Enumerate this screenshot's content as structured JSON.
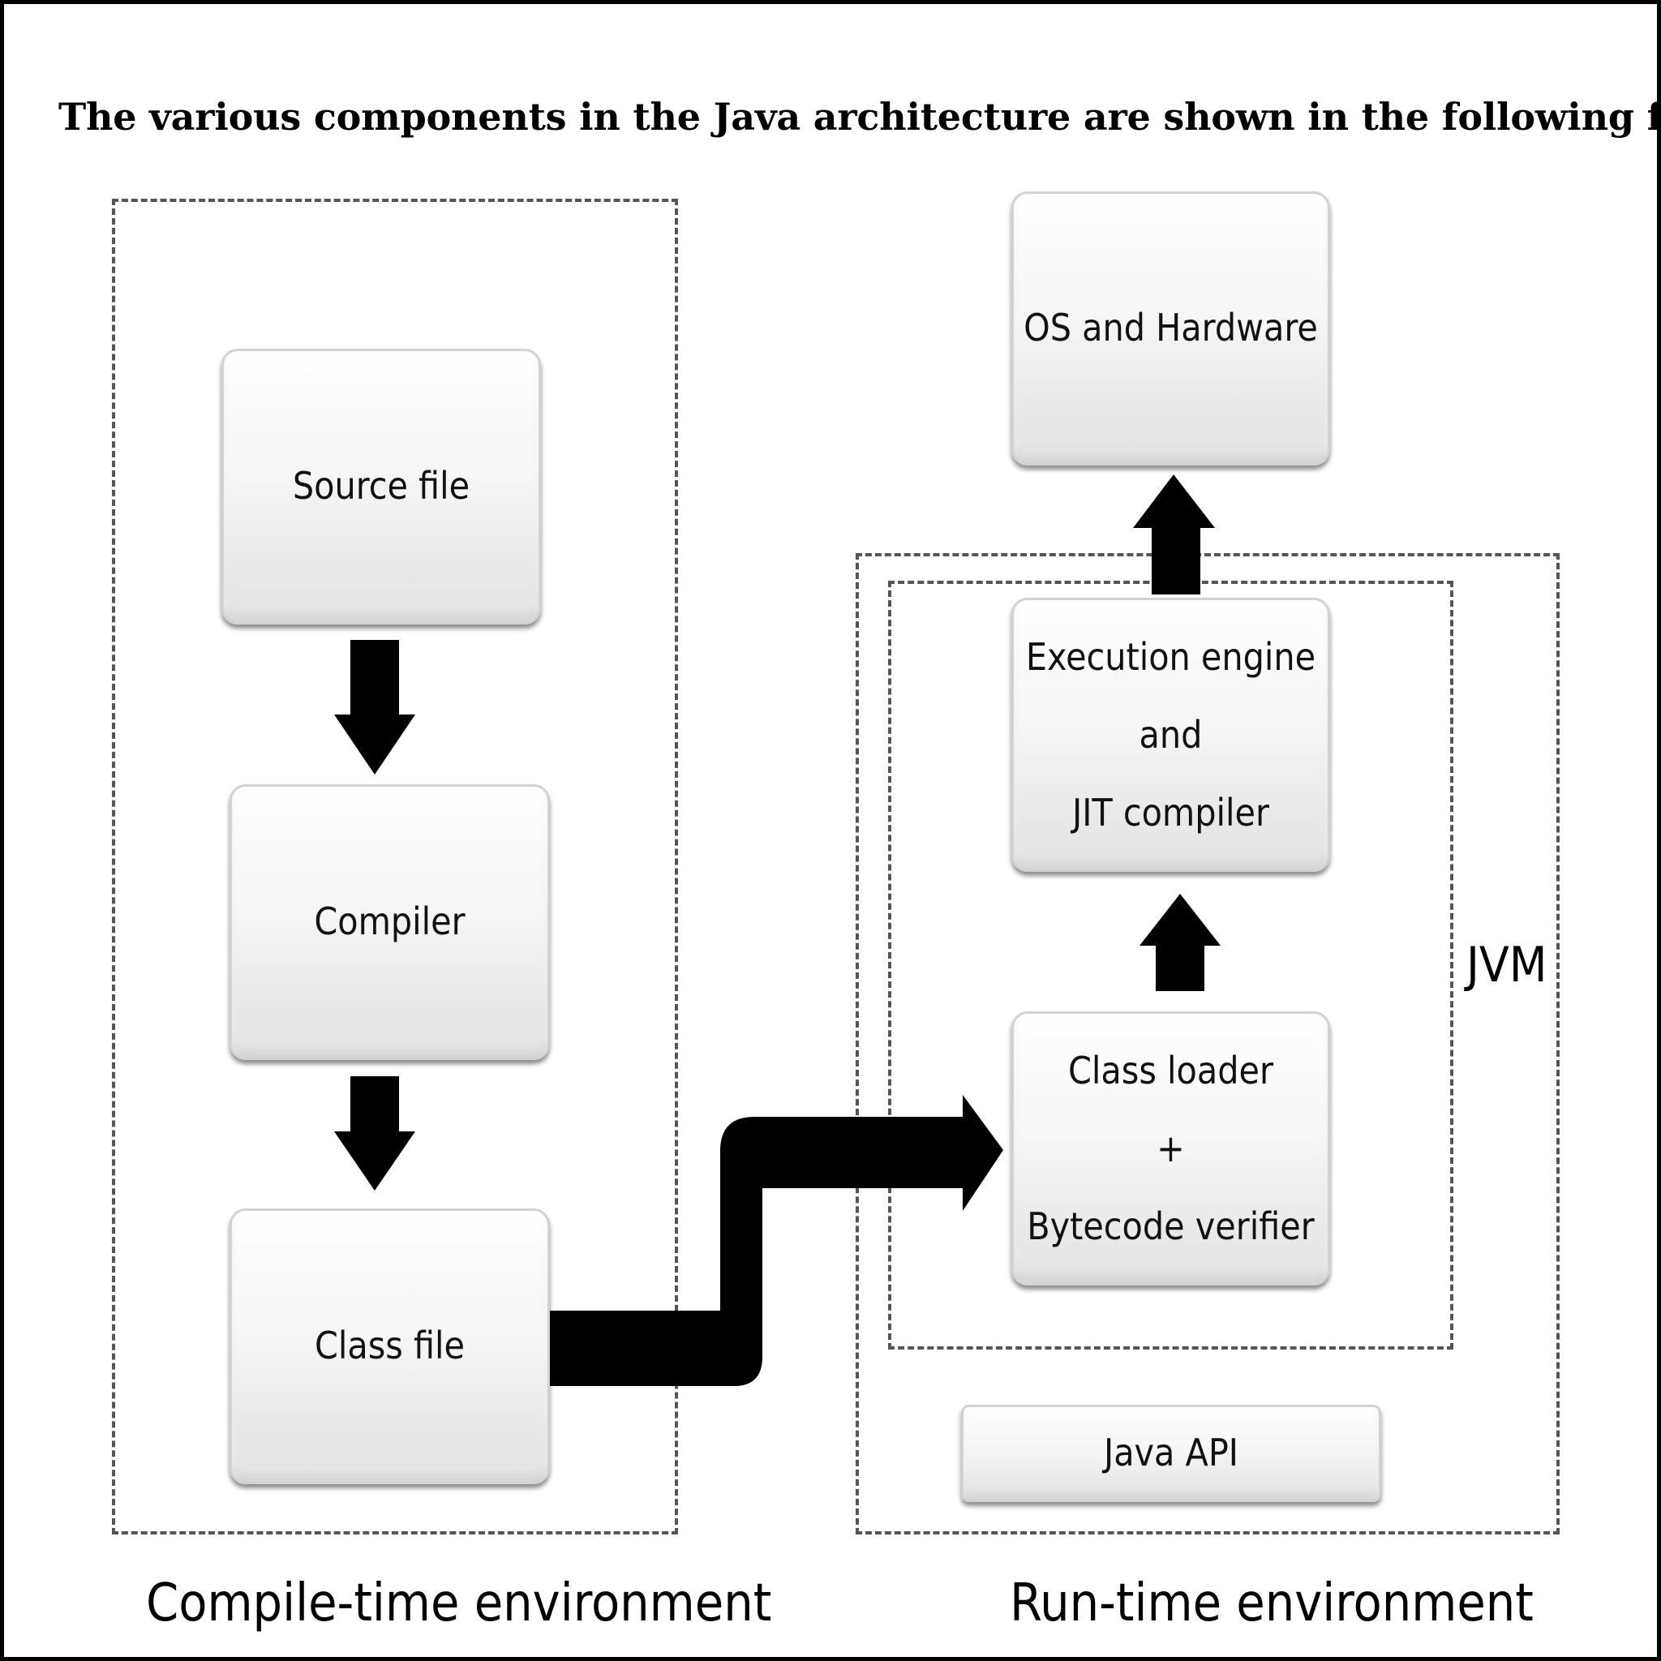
{
  "heading": "The various components in the Java architecture are shown in the following figure.",
  "compile_time": {
    "caption": "Compile-time environment",
    "source_file": "Source file",
    "compiler": "Compiler",
    "class_file": "Class file"
  },
  "run_time": {
    "caption": "Run-time environment",
    "jvm_label": "JVM",
    "os_hardware": "OS and Hardware",
    "execution_engine": {
      "line1": "Execution engine",
      "line2": "and",
      "line3": "JIT compiler"
    },
    "class_loader": {
      "line1": "Class loader",
      "line2": "+",
      "line3": "Bytecode verifier"
    },
    "java_api": "Java API"
  },
  "colors": {
    "arrow": "#000000",
    "dashed_border": "#555555",
    "box_border": "#d2d2d2"
  }
}
